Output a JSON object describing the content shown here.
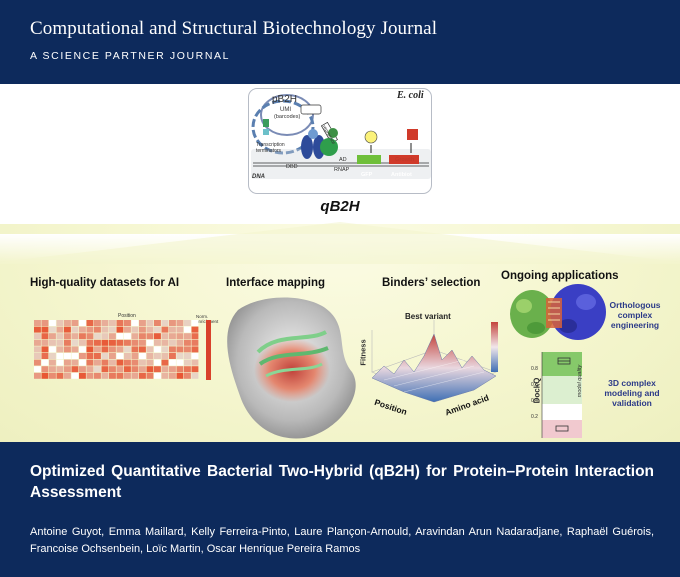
{
  "header": {
    "journal_title": "Computational and Structural Biotechnology Journal",
    "journal_subtitle": "A SCIENCE PARTNER JOURNAL"
  },
  "graphical_abstract": {
    "organism_label": "E. coli",
    "plasmid_label": "pB2H",
    "umi_label": "UMI",
    "umi_sublabel": "(barcodes)",
    "terminator_label": "Transcription terminators",
    "repressor_label": "repressor",
    "dbd_label": "DBD",
    "ad_label": "AD",
    "rnap_label": "RNAP",
    "dna_label": "DNA",
    "gfp_label": "GFP",
    "antibiotic_label": "Antibiot",
    "growth_label": "Growth",
    "method_label": "qB2H",
    "sections": {
      "datasets": "High-quality datasets for AI",
      "interface": "Interface mapping",
      "binders": "Binders’ selection",
      "ongoing": "Ongoing applications"
    },
    "best_variant_label": "Best variant",
    "fitness_label": "Fitness",
    "position_label": "Position",
    "amino_acid_label": "Amino acid",
    "dockq_label": "DockQ",
    "model_quality_label": "model quality",
    "dockq_ticks": [
      "0.8",
      "0.6",
      "0.4",
      "0.2"
    ],
    "orthologous_label": "Orthologous complex engineering",
    "modeling_label": "3D complex modeling and validation",
    "heatmap_title": "Position",
    "heatmap_legend": "Norm. enrichment"
  },
  "footer": {
    "article_title": "Optimized Quantitative Bacterial Two-Hybrid (qB2H) for Protein–Protein Interaction Assessment",
    "authors": "Antoine Guyot, Emma Maillard, Kelly Ferreira-Pinto, Laure Plançon-Arnould, Aravindan Arun Nadaradjane, Raphaël Guérois, Francoise Ochsenbein, Loïc Martin, Oscar Henrique Pereira Ramos"
  },
  "colors": {
    "navy": "#0d2a5c",
    "glow": "#f6f7d2",
    "heat_red": "#d9412b",
    "protein_blue": "#3a3fc4",
    "protein_green": "#6ab04c"
  }
}
